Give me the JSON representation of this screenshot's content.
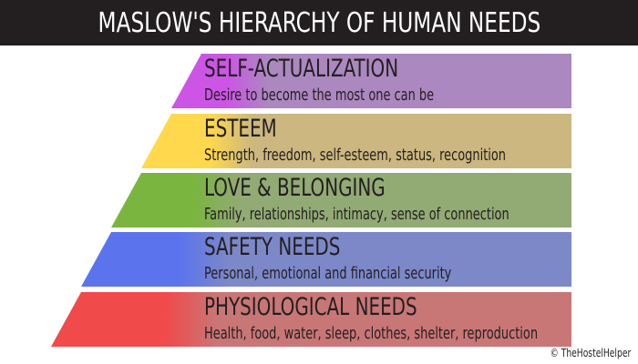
{
  "header": {
    "title": "MASLOW'S HIERARCHY OF HUMAN NEEDS"
  },
  "levels": [
    {
      "title": "SELF-ACTUALIZATION",
      "description": "Desire to become the most one can be",
      "color": "#cc55e6",
      "band_color": "#ab88c0"
    },
    {
      "title": "ESTEEM",
      "description": "Strength, freedom, self-esteem, status, recognition",
      "color": "#ffd84d",
      "band_color": "#cbb77f"
    },
    {
      "title": "LOVE & BELONGING",
      "description": "Family, relationships, intimacy, sense of connection",
      "color": "#7ab540",
      "band_color": "#92aa74"
    },
    {
      "title": "SAFETY NEEDS",
      "description": "Personal, emotional and financial security",
      "color": "#5b74ee",
      "band_color": "#7c88c8"
    },
    {
      "title": "PHYSIOLOGICAL NEEDS",
      "description": "Health, food, water, sleep, clothes, shelter, reproduction",
      "color": "#f04a4a",
      "band_color": "#c97676"
    }
  ],
  "footer": {
    "copyright": "© TheHostelHelper"
  }
}
